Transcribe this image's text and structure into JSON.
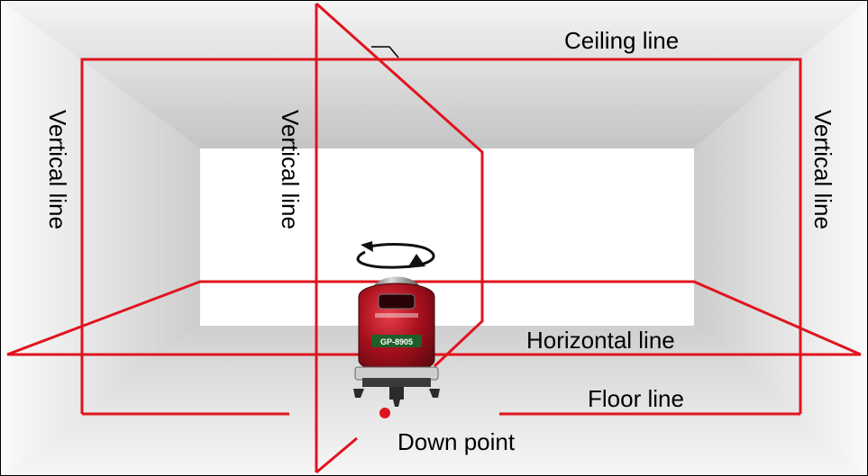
{
  "labels": {
    "ceiling_line": "Ceiling line",
    "vertical_line_left": "Vertical line",
    "vertical_line_center": "Vertical line",
    "vertical_line_right": "Vertical line",
    "horizontal_line": "Horizontal line",
    "floor_line": "Floor line",
    "down_point": "Down point"
  },
  "device": {
    "badge_text": "GP-8905",
    "rotation_arrow_icon": "rotate-arrow-icon"
  },
  "colors": {
    "laser": "#e0141e",
    "frame": "#000000",
    "wall_light": "#f2f2f2",
    "wall_mid": "#d9d9d9",
    "wall_dark": "#bfbfbf",
    "device_red": "#a8101c",
    "device_dark": "#2b2b2b"
  }
}
